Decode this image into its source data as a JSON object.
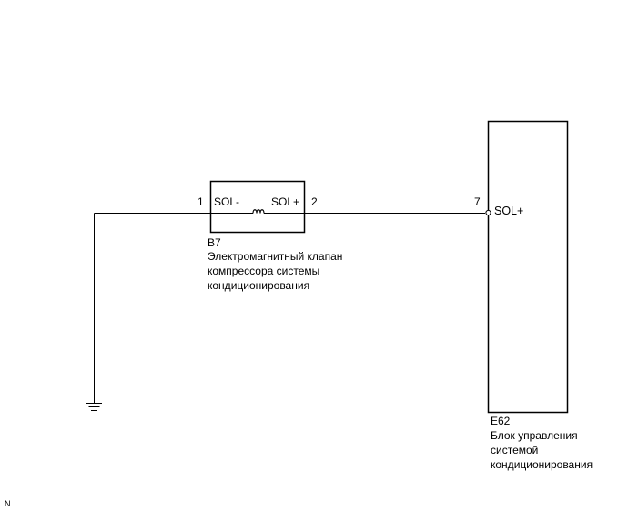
{
  "solenoid": {
    "connector": "B7",
    "pin_left": "1",
    "pin_right": "2",
    "term_left": "SOL-",
    "term_right": "SOL+",
    "name_lines": [
      "Электромагнитный клапан",
      "компрессора системы",
      "кондиционирования"
    ]
  },
  "ecu": {
    "connector": "E62",
    "pin": "7",
    "term": "SOL+",
    "name_lines": [
      "Блок управления",
      "системой",
      "кондиционирования"
    ]
  },
  "ground_symbol": "ground-icon",
  "corner_mark": "N"
}
